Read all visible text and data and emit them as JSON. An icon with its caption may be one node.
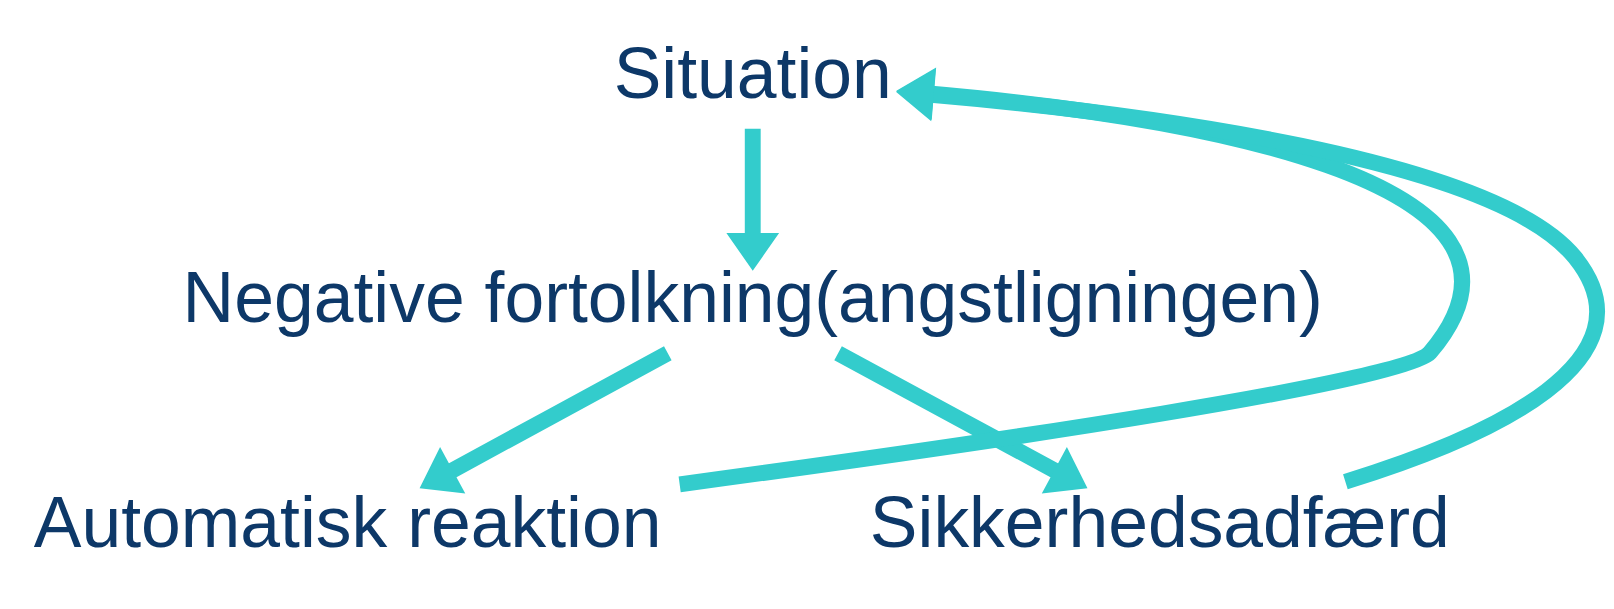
{
  "diagram": {
    "nodes": [
      {
        "text": [
          "Situation"
        ]
      },
      {
        "text": [
          "Negative fortolkning(angstligningen)"
        ]
      },
      {
        "text": [
          "Automatisk reaktion"
        ]
      },
      {
        "text": [
          "Sikkerhedsadfærd"
        ]
      }
    ],
    "edges": [
      {
        "from": 0,
        "to": 1,
        "arrow": "to"
      },
      {
        "from": 1,
        "to": 2,
        "arrow": "to"
      },
      {
        "from": 1,
        "to": 3,
        "arrow": "to"
      },
      {
        "from": 2,
        "to": 0,
        "arrow": "to"
      },
      {
        "from": 3,
        "to": 0,
        "arrow": "to"
      }
    ]
  }
}
